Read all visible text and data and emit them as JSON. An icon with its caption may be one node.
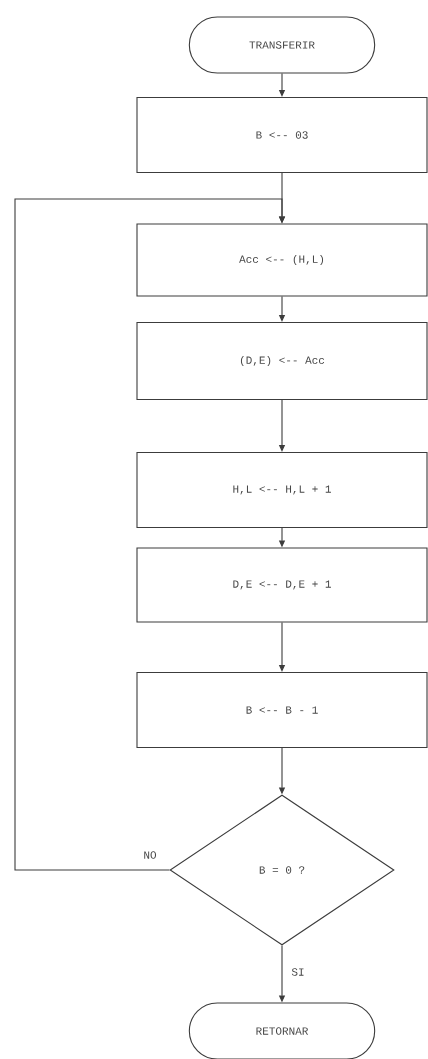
{
  "diagram": {
    "nodes": [
      {
        "text": [
          "TRANSFERIR"
        ]
      },
      {
        "text": [
          "B <-- 03"
        ]
      },
      {
        "text": [
          "Acc <--  (H,L)"
        ]
      },
      {
        "text": [
          "(D,E)  <-- Acc"
        ]
      },
      {
        "text": [
          "H,L <-- H,L + 1"
        ]
      },
      {
        "text": [
          "D,E <-- D,E + 1"
        ]
      },
      {
        "text": [
          "B <-- B - 1"
        ]
      },
      {
        "text": [
          "B = 0 ?"
        ]
      },
      {
        "text": [
          "RETORNAR"
        ]
      }
    ],
    "edges": [
      {
        "from": 0,
        "to": 1,
        "arrow": "to"
      },
      {
        "from": 1,
        "to": 2,
        "arrow": "to"
      },
      {
        "from": 2,
        "to": 3,
        "arrow": "to"
      },
      {
        "from": 3,
        "to": 4,
        "arrow": "to"
      },
      {
        "from": 4,
        "to": 5,
        "arrow": "to"
      },
      {
        "from": 5,
        "to": 6,
        "arrow": "to"
      },
      {
        "from": 6,
        "to": 7,
        "arrow": "to"
      },
      {
        "from": 7,
        "to": 2,
        "arrow": "to",
        "label": "NO"
      },
      {
        "from": 7,
        "to": 8,
        "arrow": "to",
        "label": "SI"
      }
    ]
  }
}
